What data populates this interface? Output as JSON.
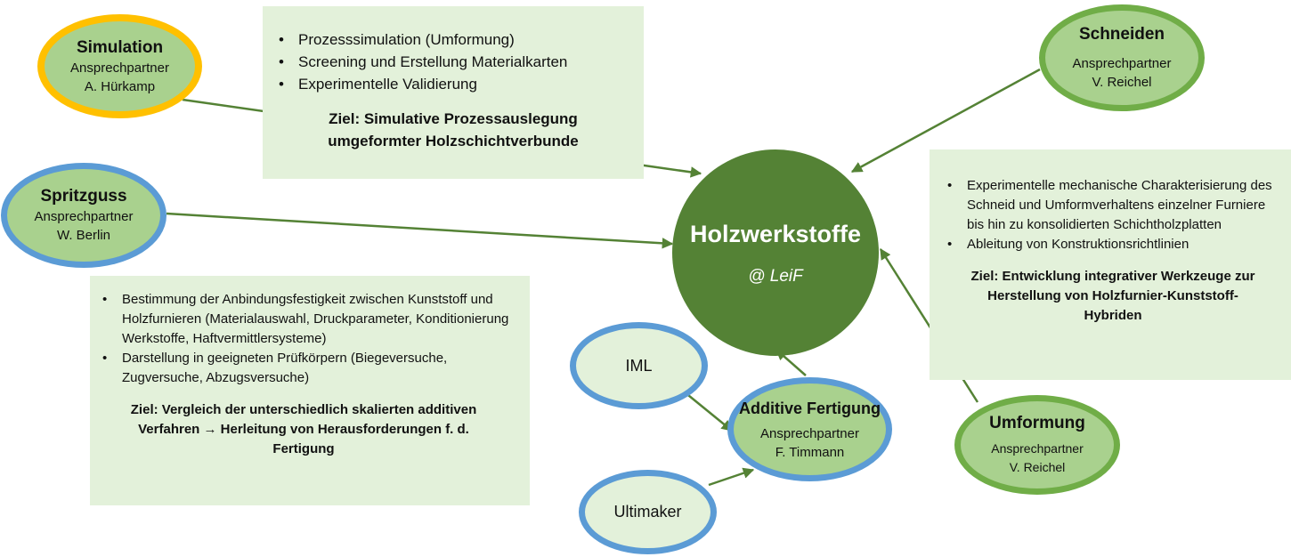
{
  "hub": {
    "title": "Holzwerkstoffe",
    "subtitle": "@ LeiF"
  },
  "nodes": {
    "simulation": {
      "title": "Simulation",
      "contact_label": "Ansprechpartner",
      "contact": "A. Hürkamp",
      "ring_color": "#ffc000"
    },
    "spritzguss": {
      "title": "Spritzguss",
      "contact_label": "Ansprechpartner",
      "contact": "W. Berlin",
      "ring_color": "#5b9bd5"
    },
    "schneiden": {
      "title": "Schneiden",
      "contact_label": "Ansprechpartner",
      "contact": "V. Reichel",
      "ring_color": "#70ad47"
    },
    "umformung": {
      "title": "Umformung",
      "contact_label": "Ansprechpartner",
      "contact": "V. Reichel",
      "ring_color": "#70ad47"
    },
    "additive": {
      "title": "Additive Fertigung",
      "contact_label": "Ansprechpartner",
      "contact": "F. Timmann",
      "ring_color": "#5b9bd5"
    },
    "iml": {
      "label": "IML"
    },
    "ultimaker": {
      "label": "Ultimaker"
    }
  },
  "boxes": {
    "simulation": {
      "bullets": [
        "Prozesssimulation (Umformung)",
        "Screening und Erstellung Materialkarten",
        "Experimentelle Validierung"
      ],
      "goal_line1": "Ziel: Simulative Prozessauslegung",
      "goal_line2": "umgeformter Holzschichtverbunde"
    },
    "additive": {
      "bullets": [
        "Bestimmung der Anbindungsfestigkeit zwischen Kunststoff und Holzfurnieren (Materialauswahl, Druckparameter, Konditionierung Werkstoffe, Haftvermittlersysteme)",
        "Darstellung in geeigneten Prüfkörpern (Biegeversuche, Zugversuche, Abzugsversuche)"
      ],
      "goal_line1": "Ziel: Vergleich der unterschiedlich skalierten additiven",
      "goal_line2": "Verfahren → Herleitung von Herausforderungen f. d.",
      "goal_line3": "Fertigung"
    },
    "schneiden": {
      "bullets": [
        "Experimentelle mechanische Charakterisierung des Schneid und Umformverhaltens einzelner Furniere bis hin zu konsolidierten Schichtholzplatten",
        "Ableitung von Konstruktionsrichtlinien"
      ],
      "goal_line1": "Ziel: Entwicklung integrativer Werkzeuge zur",
      "goal_line2": "Herstellung von Holzfurnier-Kunststoff-",
      "goal_line3": "Hybriden"
    }
  },
  "colors": {
    "hub": "#548235",
    "node_fill": "#a9d18e",
    "box_fill": "#e3f1da",
    "arrow": "#548235"
  }
}
